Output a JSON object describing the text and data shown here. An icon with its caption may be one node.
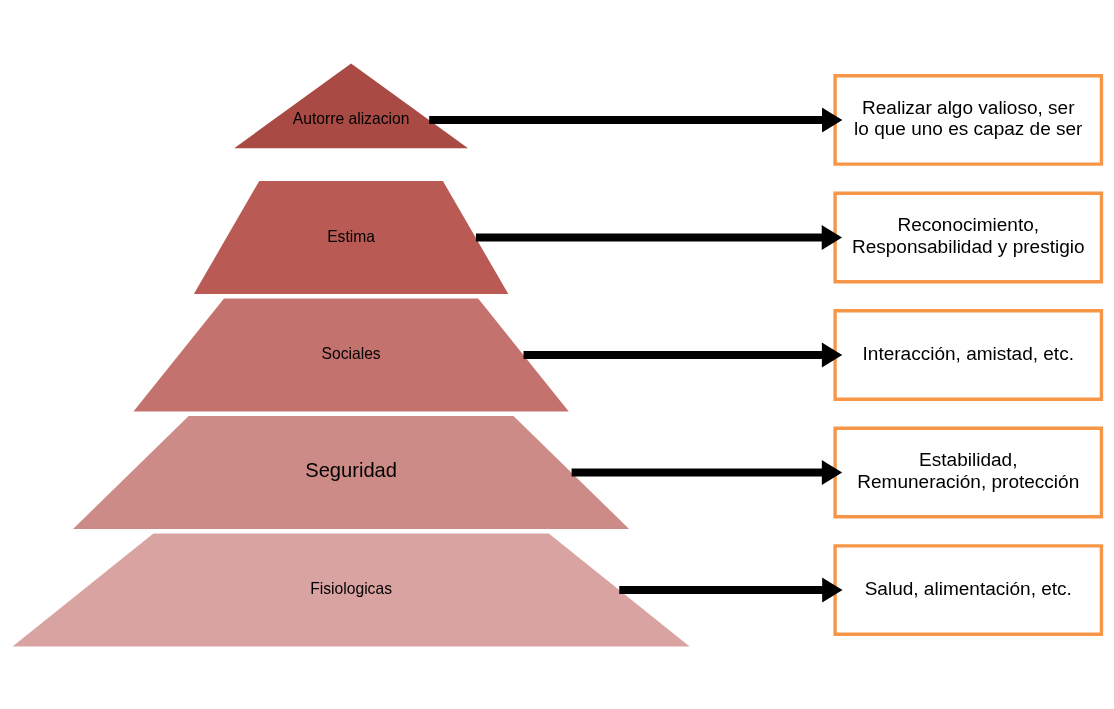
{
  "diagram": {
    "nodes": [
      {
        "text": [
          "Autorre alizacion"
        ]
      },
      {
        "text": [
          "Estima"
        ]
      },
      {
        "text": [
          "Sociales"
        ]
      },
      {
        "text": [
          "Seguridad"
        ]
      },
      {
        "text": [
          "Fisiologicas"
        ]
      },
      {
        "text": [
          "Realizar algo valioso, ser lo que uno es capaz de ser"
        ]
      },
      {
        "text": [
          "Reconocimiento, Responsabilidad y prestigio"
        ]
      },
      {
        "text": [
          "Interacción, amistad, etc."
        ]
      },
      {
        "text": [
          "Estabilidad, Remuneración, protección"
        ]
      },
      {
        "text": [
          "Salud, alimentación, etc."
        ]
      }
    ],
    "edges": [
      {
        "from": 0,
        "to": 5,
        "arrow": "to"
      },
      {
        "from": 1,
        "to": 6,
        "arrow": "to"
      },
      {
        "from": 2,
        "to": 7,
        "arrow": "to"
      },
      {
        "from": 3,
        "to": 8,
        "arrow": "to"
      },
      {
        "from": 4,
        "to": 9,
        "arrow": "to"
      }
    ]
  }
}
